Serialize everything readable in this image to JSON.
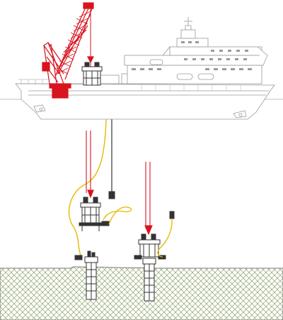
{
  "colors": {
    "background": "#ffffff",
    "vessel_outline": "#9a9a9a",
    "crane": "#d8141e",
    "cable": "#e6b800",
    "seabed_hatch": "#8aa26a",
    "foundation": "#333333",
    "water": "#9fb0b8"
  },
  "icons": {
    "vessel": "offshore-construction-vessel",
    "crane": "heavy-lift-crane",
    "tool": "subsea-installation-tool",
    "rov": "rov-unit",
    "foundation": "seabed-foundation-structure"
  }
}
